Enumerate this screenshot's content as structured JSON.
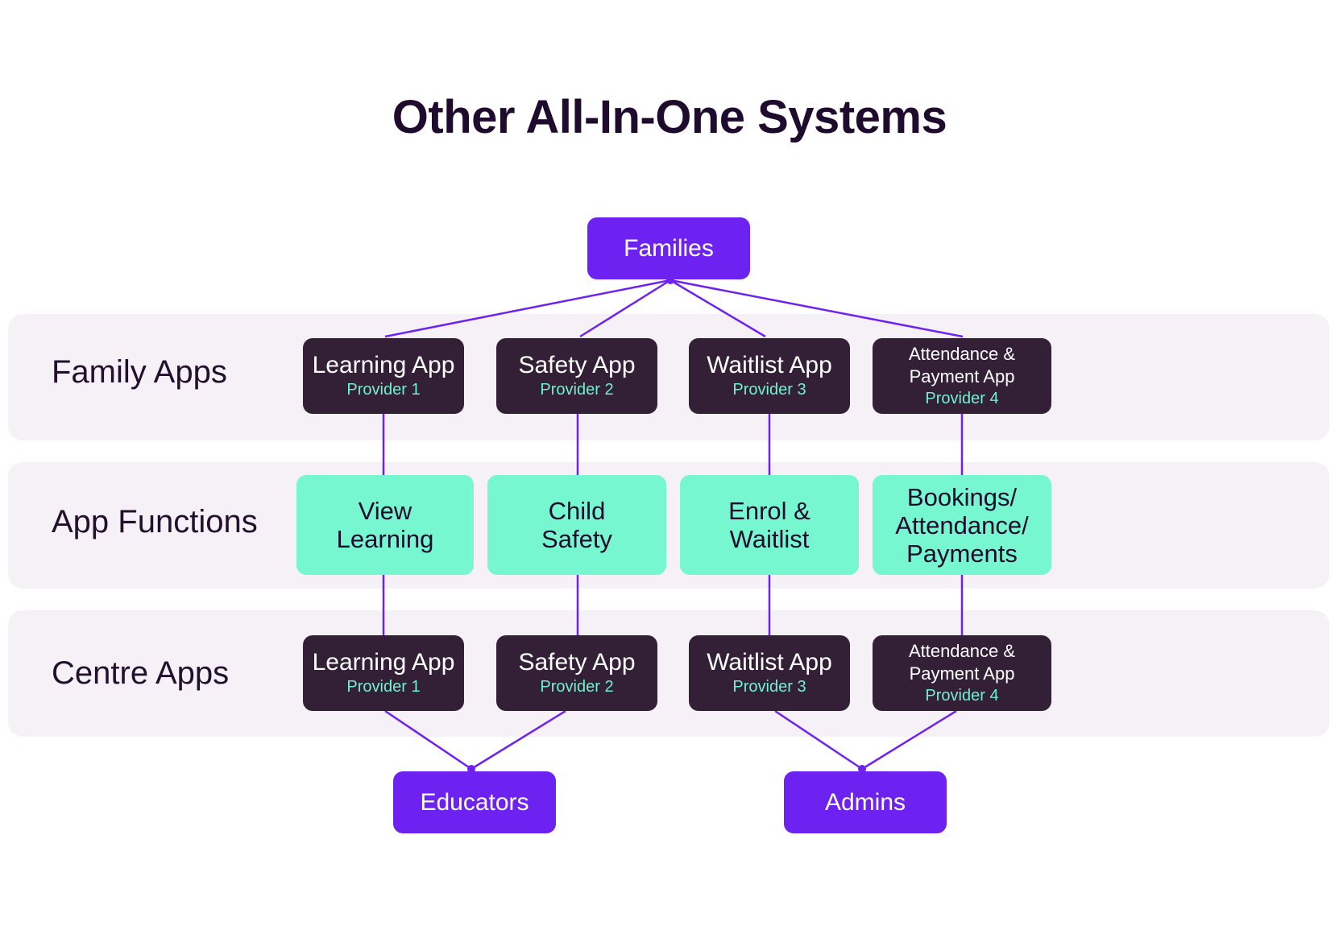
{
  "title": "Other All-In-One Systems",
  "colors": {
    "actor": "#6e22f2",
    "app": "#331f36",
    "function": "#76f7cf",
    "provider_text": "#6ff2cd",
    "band": "#f5f1f6",
    "line": "#6e22f2"
  },
  "top_actor": "Families",
  "bands": {
    "family": "Family Apps",
    "functions": "App Functions",
    "centre": "Centre Apps"
  },
  "family_apps": [
    {
      "name": "Learning App",
      "provider": "Provider 1"
    },
    {
      "name": "Safety App",
      "provider": "Provider 2"
    },
    {
      "name": "Waitlist App",
      "provider": "Provider 3"
    },
    {
      "name": "Attendance & Payment App",
      "provider": "Provider 4"
    }
  ],
  "functions": [
    "View Learning",
    "Child Safety",
    "Enrol & Waitlist",
    "Bookings/ Attendance/ Payments"
  ],
  "centre_apps": [
    {
      "name": "Learning App",
      "provider": "Provider 1"
    },
    {
      "name": "Safety App",
      "provider": "Provider 2"
    },
    {
      "name": "Waitlist App",
      "provider": "Provider 3"
    },
    {
      "name": "Attendance & Payment App",
      "provider": "Provider 4"
    }
  ],
  "bottom_actors": [
    "Educators",
    "Admins"
  ]
}
